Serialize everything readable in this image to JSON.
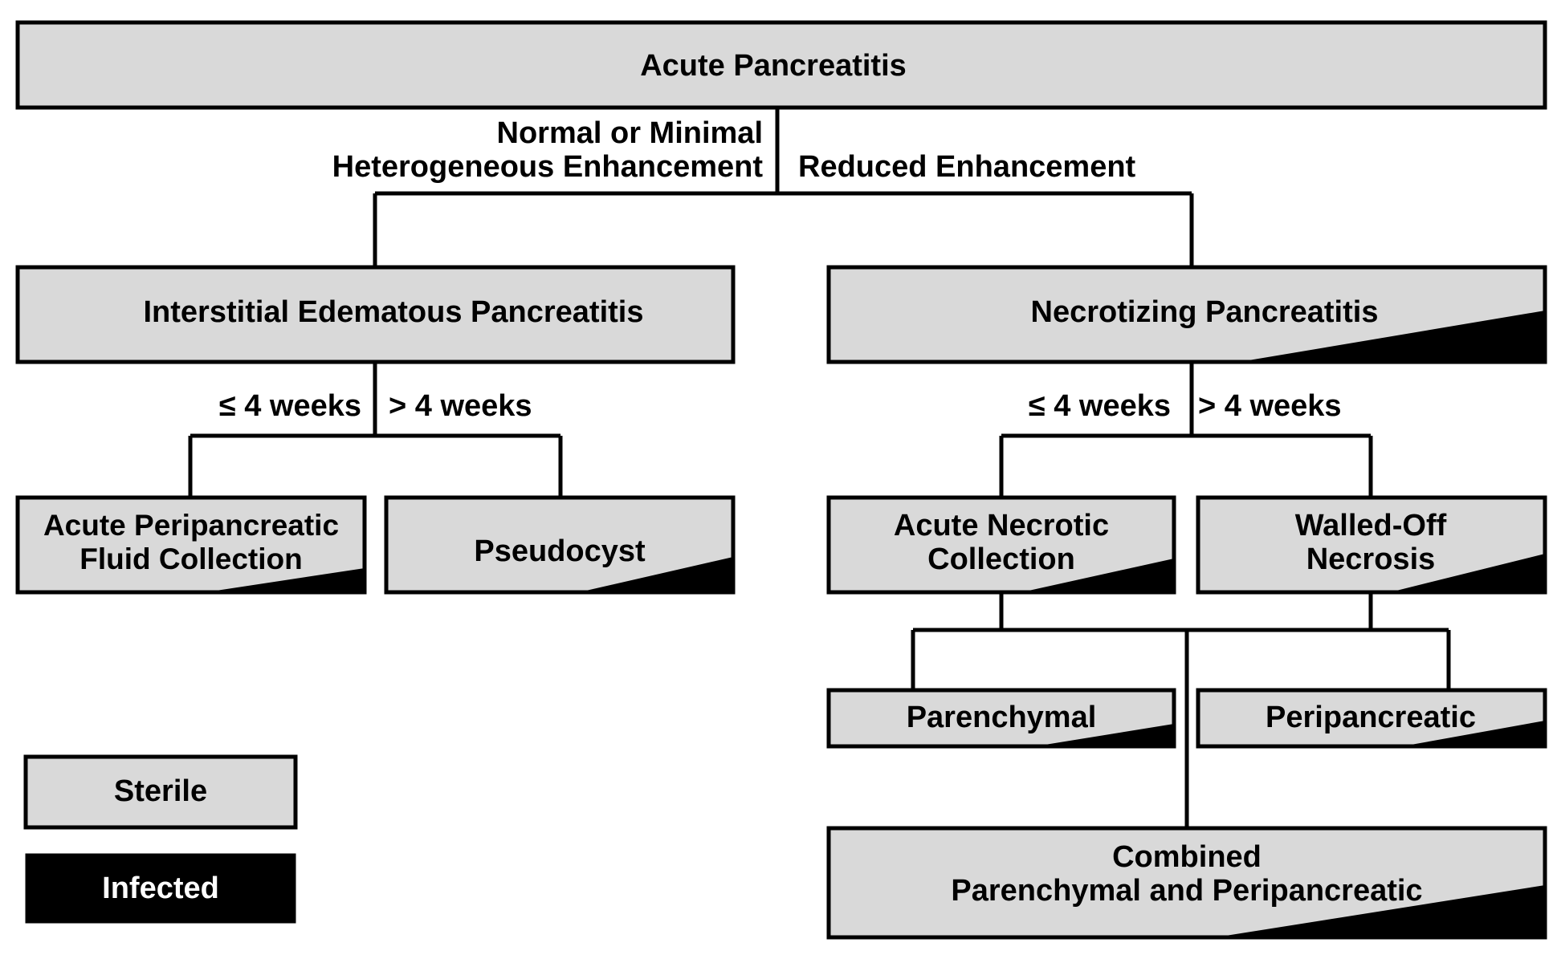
{
  "root": {
    "label": "Acute Pancreatitis"
  },
  "branch_labels": {
    "left": [
      "Normal or Minimal",
      "Heterogeneous Enhancement"
    ],
    "right": "Reduced Enhancement"
  },
  "iep": {
    "label": "Interstitial Edematous Pancreatitis",
    "time_early": "≤ 4 weeks",
    "time_late": "> 4 weeks",
    "early_child": [
      "Acute Peripancreatic",
      "Fluid Collection"
    ],
    "late_child": "Pseudocyst"
  },
  "np": {
    "label": "Necrotizing Pancreatitis",
    "time_early": "≤ 4 weeks",
    "time_late": "> 4 weeks",
    "early_child": [
      "Acute Necrotic",
      "Collection"
    ],
    "late_child": [
      "Walled-Off",
      "Necrosis"
    ],
    "sub_left": "Parenchymal",
    "sub_right": "Peripancreatic",
    "combined": [
      "Combined",
      "Parenchymal and Peripancreatic"
    ]
  },
  "legend": {
    "sterile": "Sterile",
    "infected": "Infected"
  },
  "colors": {
    "box_fill": "#d9d9d9",
    "infected": "#000000",
    "stroke": "#000000"
  }
}
